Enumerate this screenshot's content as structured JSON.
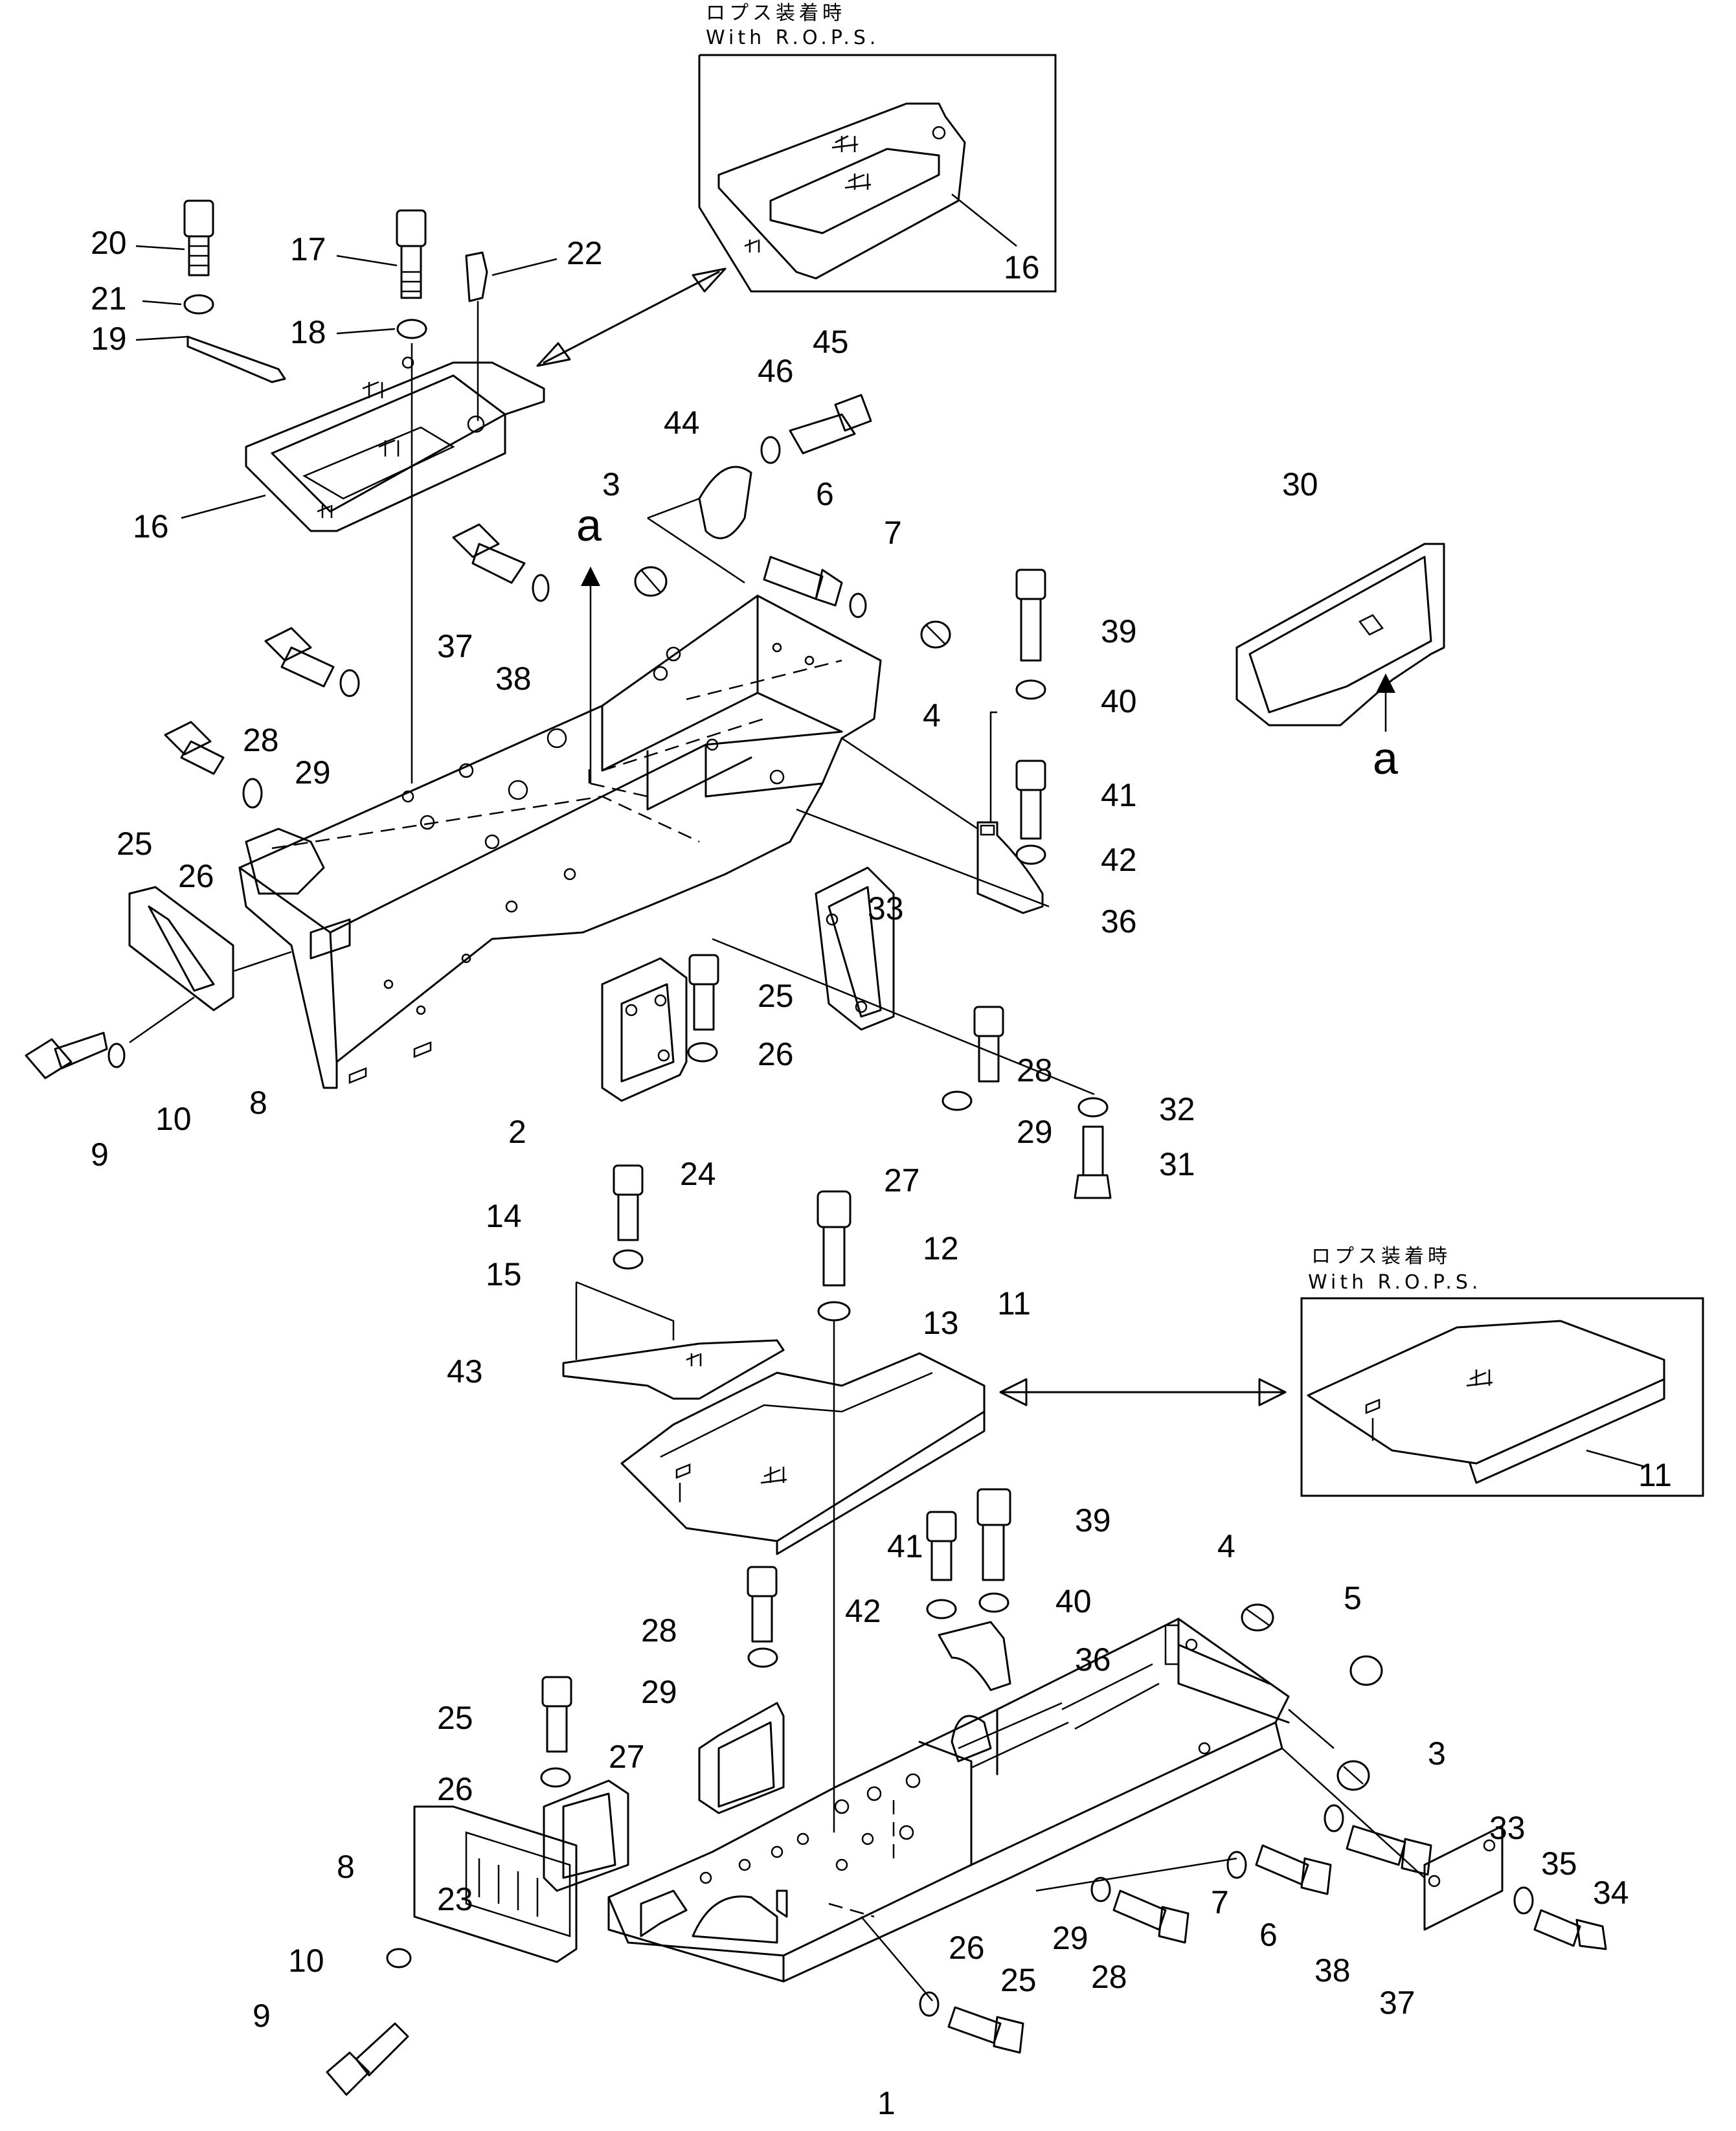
{
  "insets": [
    {
      "caption_jp": "ロプス装着時",
      "caption_en": "With R.O.P.S.",
      "part": "16"
    },
    {
      "caption_jp": "ロプス装着時",
      "caption_en": "With R.O.P.S.",
      "part": "11"
    }
  ],
  "view_marks": [
    "a",
    "a"
  ],
  "callouts": {
    "upper": [
      "20",
      "21",
      "19",
      "17",
      "18",
      "22",
      "16",
      "44",
      "46",
      "45",
      "3",
      "6",
      "7",
      "4",
      "37",
      "38",
      "28",
      "29",
      "25",
      "26",
      "8",
      "9",
      "10",
      "2",
      "24",
      "25",
      "26",
      "27",
      "28",
      "29",
      "32",
      "31",
      "33",
      "39",
      "40",
      "41",
      "42",
      "36",
      "30"
    ],
    "lower": [
      "14",
      "15",
      "12",
      "13",
      "11",
      "43",
      "41",
      "39",
      "42",
      "40",
      "36",
      "28",
      "29",
      "27",
      "25",
      "26",
      "23",
      "8",
      "10",
      "9",
      "4",
      "5",
      "3",
      "33",
      "35",
      "34",
      "6",
      "7",
      "38",
      "37",
      "29",
      "28",
      "26",
      "25",
      "1"
    ]
  }
}
